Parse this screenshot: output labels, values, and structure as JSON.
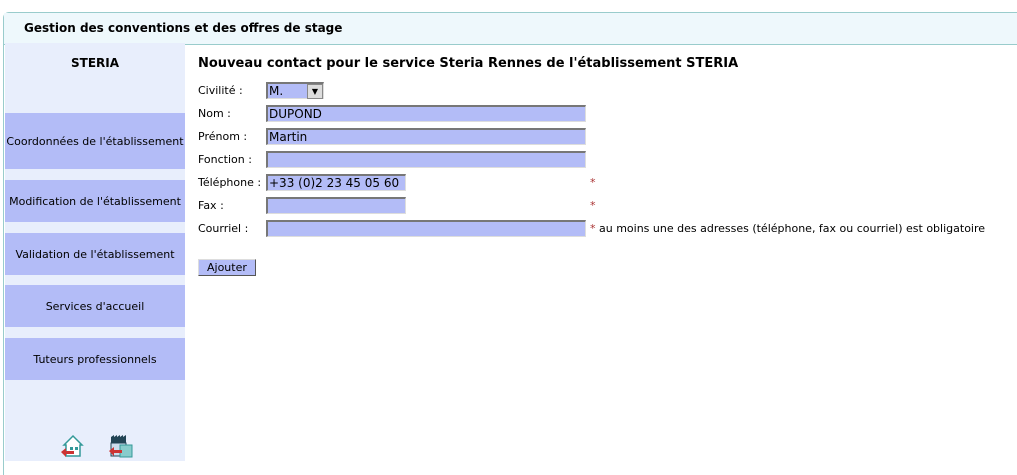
{
  "header": {
    "title": "Gestion des conventions et des offres de stage"
  },
  "sidebar": {
    "title": "STERIA",
    "items": [
      {
        "label": "Coordonnées de l'établissement"
      },
      {
        "label": "Modification de l'établissement"
      },
      {
        "label": "Validation de l'établissement"
      },
      {
        "label": "Services d'accueil"
      },
      {
        "label": "Tuteurs professionnels"
      }
    ]
  },
  "form": {
    "title": "Nouveau contact pour le service Steria Rennes de l'établissement STERIA",
    "civilite_label": "Civilité :",
    "civilite_value": "M.",
    "nom_label": "Nom :",
    "nom_value": "DUPOND",
    "prenom_label": "Prénom :",
    "prenom_value": "Martin",
    "fonction_label": "Fonction :",
    "fonction_value": "",
    "tel_label": "Téléphone :",
    "tel_value": "+33 (0)2 23 45 05 60",
    "fax_label": "Fax :",
    "fax_value": "",
    "courriel_label": "Courriel :",
    "courriel_value": "",
    "required_mark": "*",
    "note": "au moins une des adresses (téléphone, fax ou courriel) est obligatoire",
    "submit_label": "Ajouter"
  }
}
